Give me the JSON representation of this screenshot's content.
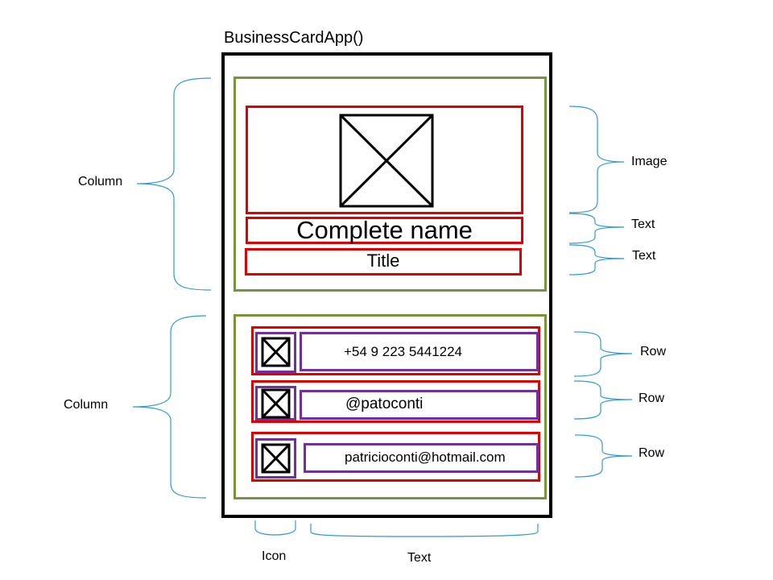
{
  "diagram": {
    "title": "BusinessCardApp()",
    "header": {
      "name_label": "Complete name",
      "title_label": "Title"
    },
    "contacts": [
      {
        "text": "+54 9 223 5441224",
        "icon": "placeholder-image-icon"
      },
      {
        "text": "@patoconti",
        "icon": "placeholder-image-icon"
      },
      {
        "text": "patricioconti@hotmail.com",
        "icon": "placeholder-image-icon"
      }
    ],
    "annotations": {
      "left_column_top": "Column",
      "left_column_bottom": "Column",
      "right_image": "Image",
      "right_text_1": "Text",
      "right_text_2": "Text",
      "right_row_1": "Row",
      "right_row_2": "Row",
      "right_row_3": "Row",
      "bottom_icon": "Icon",
      "bottom_text": "Text"
    },
    "colors": {
      "frame": "#000000",
      "column": "#77933c",
      "component": "#e00000",
      "row_part": "#7030a0",
      "brace": "#2e9bd6"
    }
  }
}
